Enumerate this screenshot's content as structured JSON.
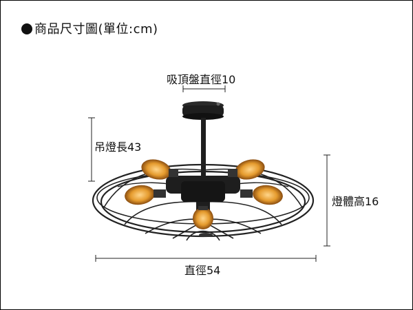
{
  "title": "商品尺寸圖(單位:cm)",
  "dimensions": {
    "mount_diameter": "吸頂盤直徑10",
    "drop_length": "吊燈長43",
    "body_height": "燈體高16",
    "diameter": "直徑54"
  },
  "image": {
    "subject": "fan-cage ceiling lamp with exposed edison bulbs"
  },
  "colors": {
    "line": "#222222",
    "bulb_glow": "#e59b2e",
    "metal": "#1e1e1e"
  }
}
